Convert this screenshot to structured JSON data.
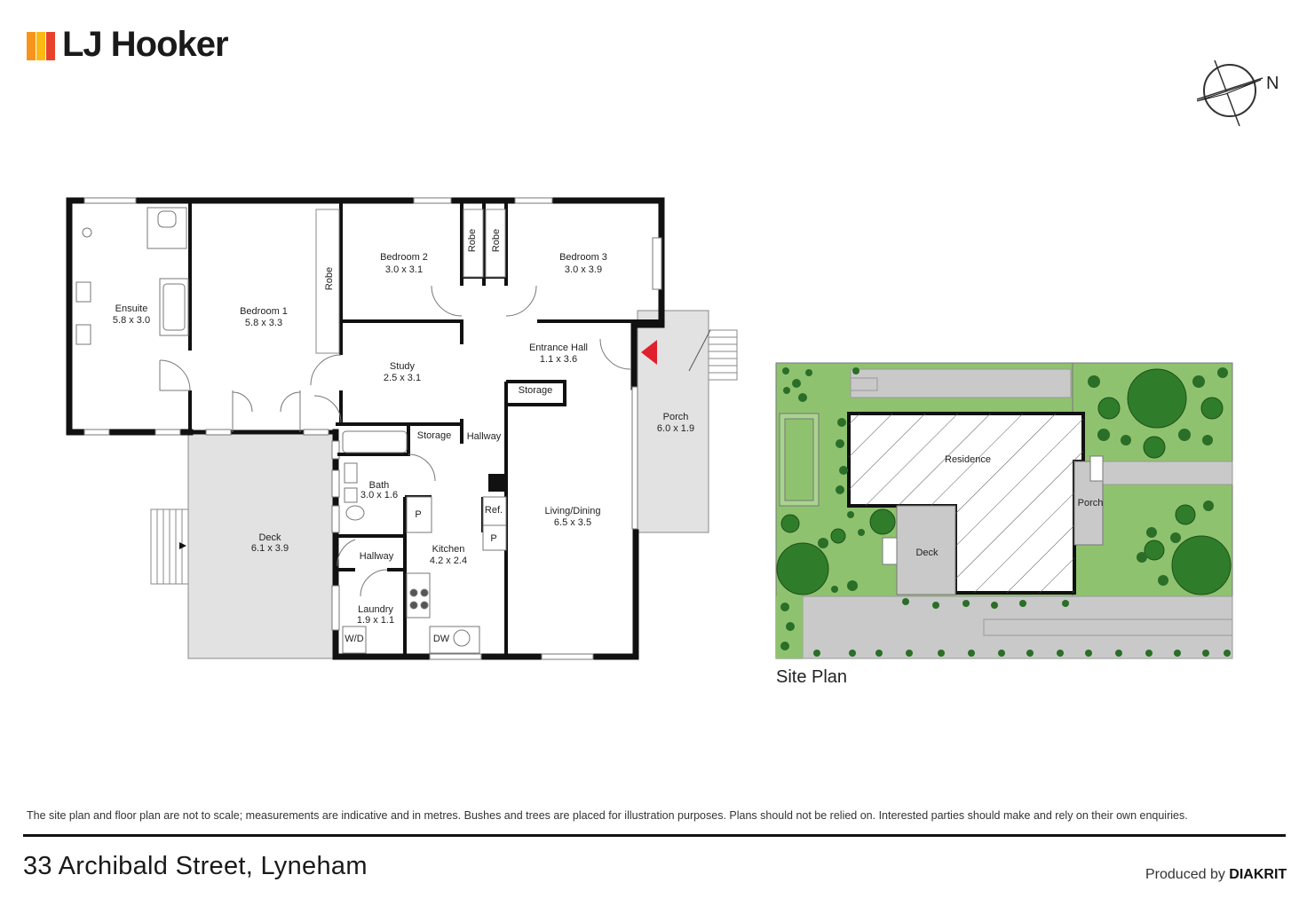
{
  "brand": {
    "name": "LJ Hooker",
    "colors": [
      "#f7941d",
      "#fdb913",
      "#e8432a"
    ]
  },
  "compass": {
    "north_label": "N"
  },
  "floor_plan": {
    "rooms": [
      {
        "id": "ensuite",
        "name": "Ensuite",
        "dims": "5.8 x 3.0"
      },
      {
        "id": "bedroom1",
        "name": "Bedroom 1",
        "dims": "5.8 x 3.3"
      },
      {
        "id": "bedroom2",
        "name": "Bedroom 2",
        "dims": "3.0 x 3.1"
      },
      {
        "id": "bedroom3",
        "name": "Bedroom 3",
        "dims": "3.0 x 3.9"
      },
      {
        "id": "entrance",
        "name": "Entrance Hall",
        "dims": "1.1 x 3.6"
      },
      {
        "id": "study",
        "name": "Study",
        "dims": "2.5 x 3.1"
      },
      {
        "id": "porch",
        "name": "Porch",
        "dims": "6.0 x 1.9"
      },
      {
        "id": "deck",
        "name": "Deck",
        "dims": "6.1 x 3.9"
      },
      {
        "id": "bath",
        "name": "Bath",
        "dims": "3.0 x 1.6"
      },
      {
        "id": "kitchen",
        "name": "Kitchen",
        "dims": "4.2 x 2.4"
      },
      {
        "id": "living",
        "name": "Living/Dining",
        "dims": "6.5 x 3.5"
      },
      {
        "id": "laundry",
        "name": "Laundry",
        "dims": "1.9 x 1.1"
      }
    ],
    "labels": {
      "robe": "Robe",
      "storage": "Storage",
      "hallway": "Hallway",
      "ref": "Ref.",
      "pantry": "P",
      "wd": "W/D",
      "dw": "DW"
    }
  },
  "site_plan": {
    "caption": "Site Plan",
    "residence": "Residence",
    "porch": "Porch",
    "deck": "Deck",
    "colors": {
      "lawn": "#8fc26f",
      "paving": "#c9c9c9",
      "tree": "#2f7d2a"
    }
  },
  "footer": {
    "disclaimer": "The site plan and floor plan are not to scale; measurements are indicative and in metres. Bushes and trees are placed for illustration purposes. Plans should not be relied on. Interested parties should make and rely on their own enquiries.",
    "address": "33 Archibald Street, Lyneham",
    "produced_prefix": "Produced by",
    "produced_brand": "DIAKRIT"
  },
  "colors": {
    "entry_arrow": "#e0202e",
    "wall": "#111111",
    "deck_fill": "#e2e2e2"
  }
}
